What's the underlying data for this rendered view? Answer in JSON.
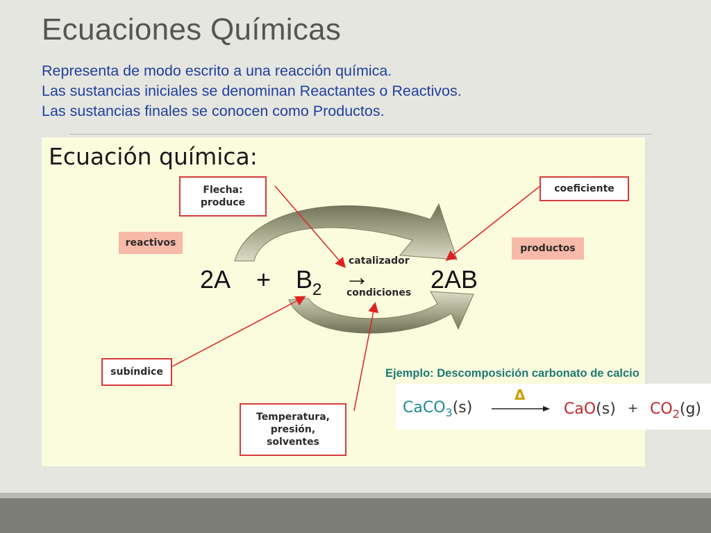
{
  "slide": {
    "title": "Ecuaciones Químicas",
    "bullets": [
      "Representa de modo escrito a una reacción química.",
      "Las sustancias iniciales se denominan Reactantes o Reactivos.",
      "Las sustancias finales se conocen como Productos."
    ]
  },
  "diagram": {
    "heading": "Ecuación química:",
    "labels": {
      "arrow_box": "Flecha:\nproduce",
      "coefficient": "coeficiente",
      "reactants": "reactivos",
      "products": "productos",
      "subscript": "subíndice",
      "conditions_box": "Temperatura,\npresión,\nsolventes"
    },
    "equation": {
      "term1": "2A",
      "plus": "+",
      "term2_base": "B",
      "term2_sub": "2",
      "arrow": "→",
      "above_arrow": "catalizador",
      "below_arrow": "condiciones",
      "product": "2AB"
    }
  },
  "example": {
    "label": "Ejemplo: Descomposición carbonato de calcio",
    "reactant_formula": "CaCO",
    "reactant_sub": "3",
    "reactant_state": "(s)",
    "heat_symbol": "Δ",
    "product1_formula": "CaO",
    "product1_state": "(s)",
    "plus": "+",
    "product2_formula": "CO",
    "product2_sub": "2",
    "product2_state": "(g)"
  },
  "colors": {
    "title": "#555555",
    "bullets": "#1f3f9e",
    "panel_bg": "#fbfbde",
    "box_border": "#d63c3c",
    "pink_label": "#f7b9a8",
    "cycle_arrow": "#8b8d6e",
    "pointer": "#e02222",
    "example_label": "#1e7a74",
    "reactant_formula": "#1e8a94",
    "product_formula": "#c0282c"
  }
}
